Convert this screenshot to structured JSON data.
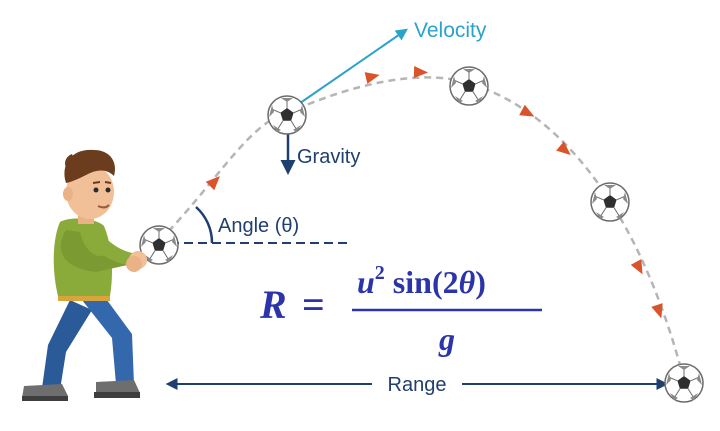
{
  "labels": {
    "velocity": "Velocity",
    "gravity": "Gravity",
    "angle": "Angle (θ)",
    "range": "Range"
  },
  "formula": {
    "lhs": "R",
    "equals": "=",
    "numerator_base": "u",
    "numerator_exp": "2",
    "numerator_fn": " sin(2",
    "numerator_theta": "θ",
    "numerator_close": ")",
    "denominator": "g"
  },
  "colors": {
    "velocity": "#2aa3c9",
    "gravity": "#1f3f6e",
    "angle": "#1f3f6e",
    "range": "#1f3f6e",
    "formula": "#2b34a8",
    "trajectory": "#b5b5b5",
    "direction_arrows": "#d9532b"
  },
  "icons": {
    "ball": "soccer-ball-icon",
    "person": "boy-throwing-figure"
  }
}
